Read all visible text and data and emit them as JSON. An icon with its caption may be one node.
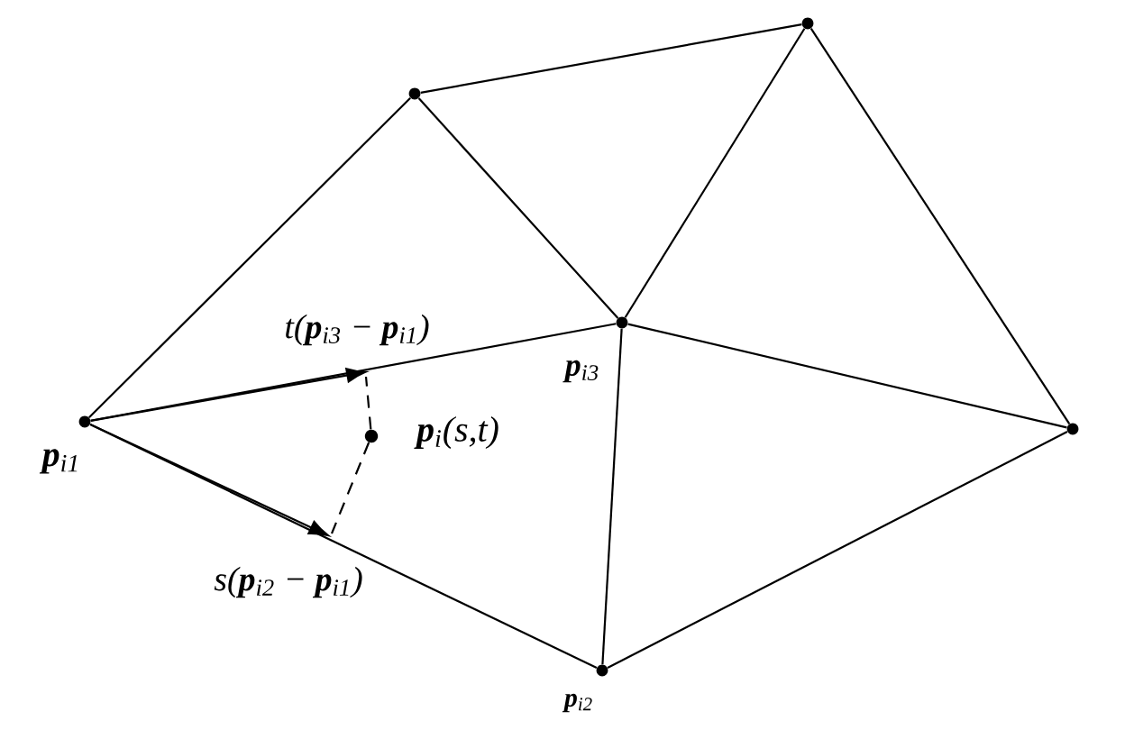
{
  "diagram": {
    "nodes": [
      {
        "text": [],
        "shape": "circle",
        "beside": [
          "**p**$_{i1}$"
        ]
      },
      {
        "text": [],
        "shape": "circle",
        "beside": [
          "**p**$_{i3}$"
        ]
      },
      {
        "text": [],
        "shape": "circle",
        "beside": [
          "**p**$_{i2}$"
        ]
      },
      {
        "text": [],
        "shape": "circle"
      },
      {
        "text": [],
        "shape": "circle"
      },
      {
        "text": [],
        "shape": "circle"
      },
      {
        "text": [],
        "shape": "circle",
        "beside": [
          "**p**$_{i}$(s,t)"
        ]
      }
    ],
    "edges": [
      {
        "from": 0,
        "to": 3,
        "arrow": "none"
      },
      {
        "from": 3,
        "to": 4,
        "arrow": "none"
      },
      {
        "from": 3,
        "to": 1,
        "arrow": "none"
      },
      {
        "from": 4,
        "to": 1,
        "arrow": "none"
      },
      {
        "from": 4,
        "to": 5,
        "arrow": "none"
      },
      {
        "from": 0,
        "to": 1,
        "arrow": "none"
      },
      {
        "from": 1,
        "to": 5,
        "arrow": "none"
      },
      {
        "from": 0,
        "to": 2,
        "arrow": "none"
      },
      {
        "from": 1,
        "to": 2,
        "arrow": "none"
      },
      {
        "from": 2,
        "to": 5,
        "arrow": "none"
      },
      {
        "from": 0,
        "to": null,
        "arrow": "to",
        "label": "t(**p**$_{i3}$ − **p**$_{i1}$)"
      },
      {
        "from": 0,
        "to": null,
        "arrow": "to",
        "label": "s(**p**$_{i2}$ − **p**$_{i1}$)"
      },
      {
        "from": 6,
        "to": null,
        "arrow": "none",
        "style": "dashed"
      },
      {
        "from": 6,
        "to": null,
        "arrow": "none",
        "style": "dashed"
      }
    ]
  }
}
